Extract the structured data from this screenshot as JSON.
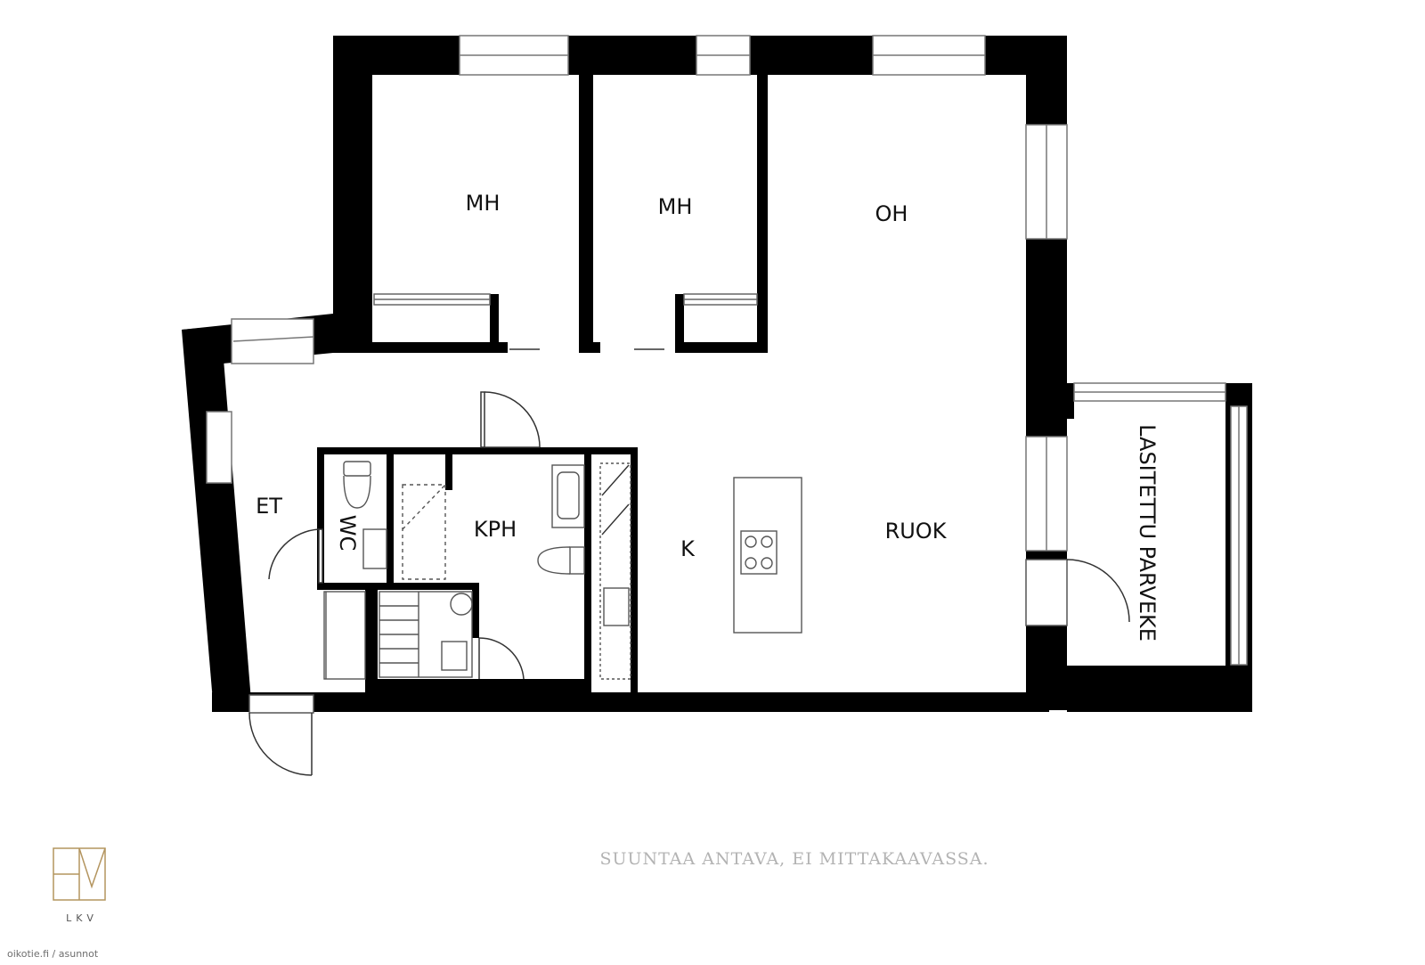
{
  "rooms": {
    "mh1": "MH",
    "mh2": "MH",
    "oh": "OH",
    "et": "ET",
    "wc": "WC",
    "kph": "KPH",
    "k": "K",
    "ruok": "RUOK",
    "parveke": "LASITETTU PARVEKE"
  },
  "note": "SUUNTAA ANTAVA, EI MITTAKAAVASSA.",
  "logo": {
    "subtitle": "LKV",
    "monogram": "HM",
    "color": "#b4955f"
  },
  "credit": "oikotie.fi / asunnot",
  "colors": {
    "wall": "#000000",
    "fixture": "#555555",
    "background": "#ffffff"
  }
}
